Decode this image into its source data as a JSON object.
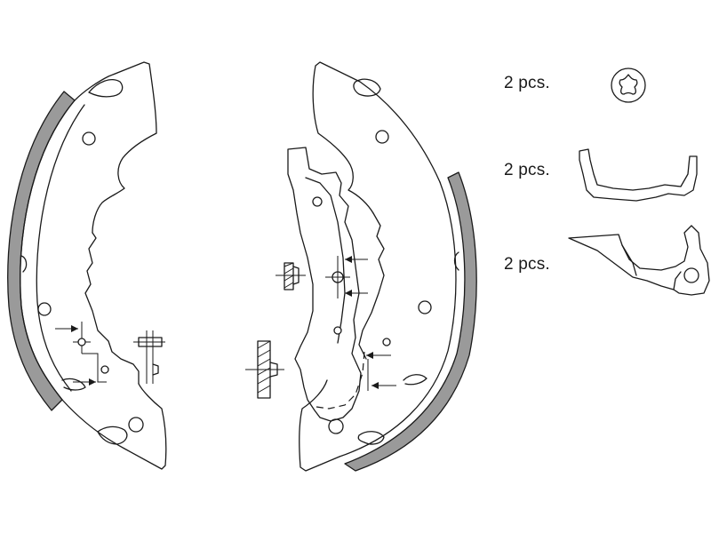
{
  "parts": {
    "retaining_pin": {
      "quantity_label": "2 pcs.",
      "icon": "torx-pin-head-icon"
    },
    "spring_clip": {
      "quantity_label": "2 pcs.",
      "icon": "spring-clip-icon"
    },
    "adjuster_lever": {
      "quantity_label": "2 pcs.",
      "icon": "adjuster-lever-icon"
    }
  },
  "colors": {
    "line": "#1a1a1a",
    "lining_fill": "#9a9a9a",
    "background": "#ffffff"
  }
}
